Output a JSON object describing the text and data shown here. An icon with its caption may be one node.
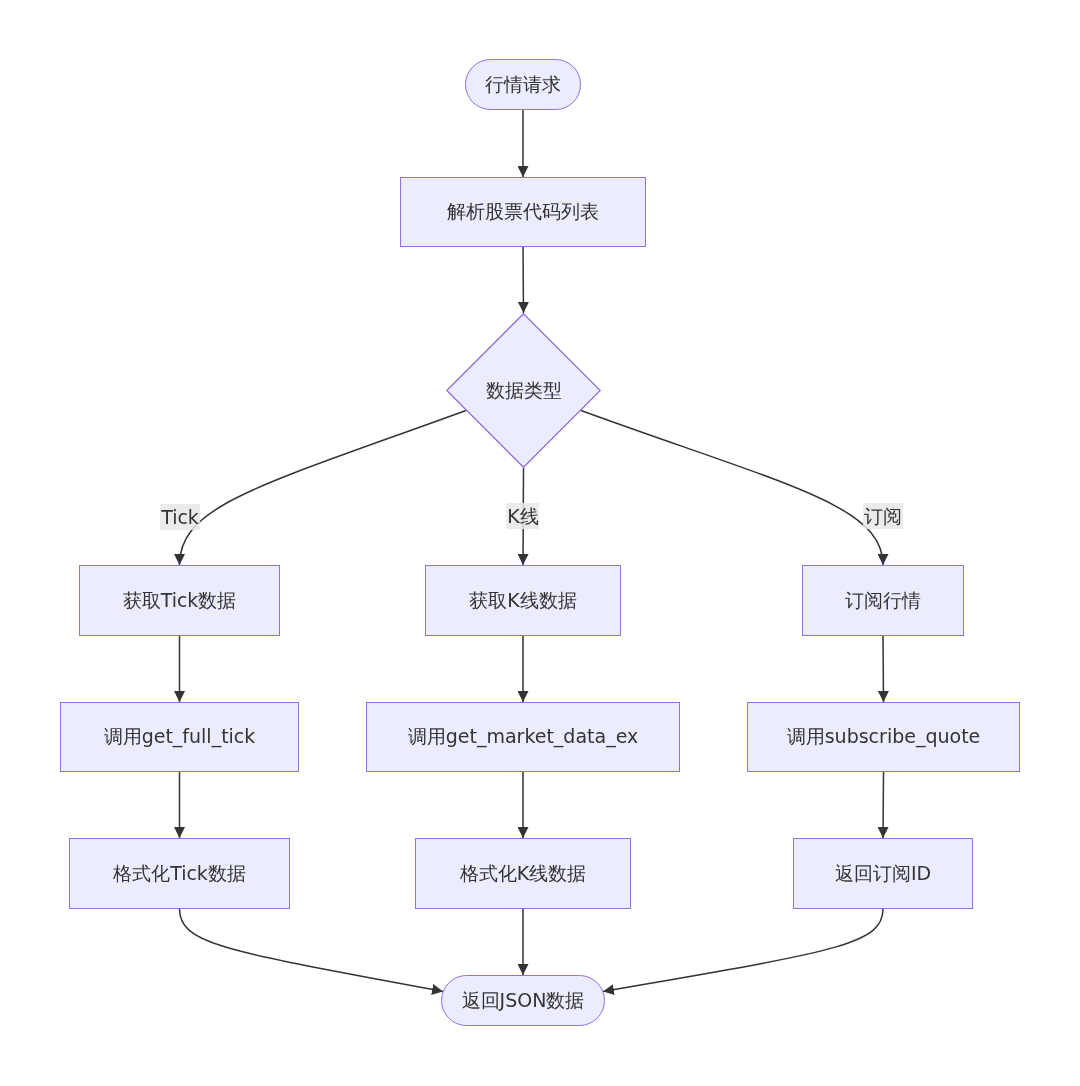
{
  "diagram": {
    "nodes": [
      {
        "text": [
          "行情请求"
        ]
      },
      {
        "text": [
          "解析股票代码列表"
        ]
      },
      {
        "text": [
          "数据类型"
        ]
      },
      {
        "text": [
          "获取Tick数据"
        ]
      },
      {
        "text": [
          "获取K线数据"
        ]
      },
      {
        "text": [
          "订阅行情"
        ]
      },
      {
        "text": [
          "调用get_full_tick"
        ]
      },
      {
        "text": [
          "调用get_market_data_ex"
        ]
      },
      {
        "text": [
          "调用subscribe_quote"
        ]
      },
      {
        "text": [
          "格式化Tick数据"
        ]
      },
      {
        "text": [
          "格式化K线数据"
        ]
      },
      {
        "text": [
          "返回订阅ID"
        ]
      },
      {
        "text": [
          "返回JSON数据"
        ]
      }
    ],
    "edges": [
      {
        "from": 0,
        "to": 1,
        "arrow": "to"
      },
      {
        "from": 1,
        "to": 2,
        "arrow": "to"
      },
      {
        "from": 2,
        "to": 3,
        "arrow": "to",
        "label": "Tick"
      },
      {
        "from": 2,
        "to": 4,
        "arrow": "to",
        "label": "K线"
      },
      {
        "from": 2,
        "to": 5,
        "arrow": "to",
        "label": "订阅"
      },
      {
        "from": 3,
        "to": 6,
        "arrow": "to"
      },
      {
        "from": 6,
        "to": 9,
        "arrow": "to"
      },
      {
        "from": 4,
        "to": 7,
        "arrow": "to"
      },
      {
        "from": 7,
        "to": 10,
        "arrow": "to"
      },
      {
        "from": 5,
        "to": 8,
        "arrow": "to"
      },
      {
        "from": 8,
        "to": 11,
        "arrow": "to"
      },
      {
        "from": 9,
        "to": 12,
        "arrow": "to"
      },
      {
        "from": 10,
        "to": 12,
        "arrow": "to"
      },
      {
        "from": 11,
        "to": 12,
        "arrow": "to"
      }
    ]
  }
}
